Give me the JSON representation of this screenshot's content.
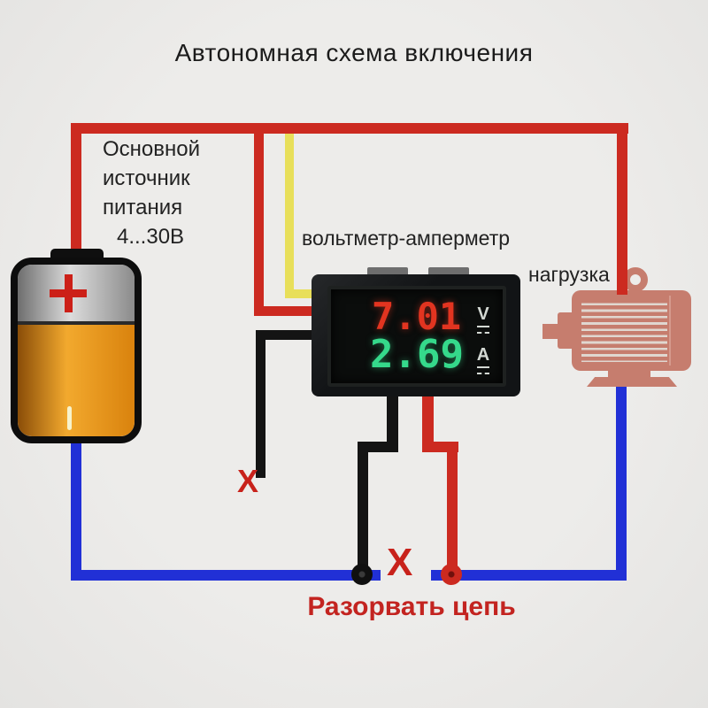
{
  "title": "Автономная схема включения",
  "power_source": {
    "lines": [
      "Основной",
      "источник",
      "питания",
      "4...30В"
    ]
  },
  "meter": {
    "label": "вольтметр-амперметр",
    "voltage": "7.01",
    "voltage_unit": "V",
    "current": "2.69",
    "current_unit": "A"
  },
  "load": {
    "label": "нагрузка"
  },
  "break_circuit": {
    "label": "Разорвать цепь",
    "mark": "Х"
  },
  "colors": {
    "wire_positive": "#cc2a20",
    "wire_negative": "#2130d6",
    "wire_voltage_sense": "#e8df5a",
    "wire_ground_sense": "#141414",
    "digits_voltage": "#e23420",
    "digits_current": "#35d98b",
    "annotation_red": "#c32420"
  }
}
